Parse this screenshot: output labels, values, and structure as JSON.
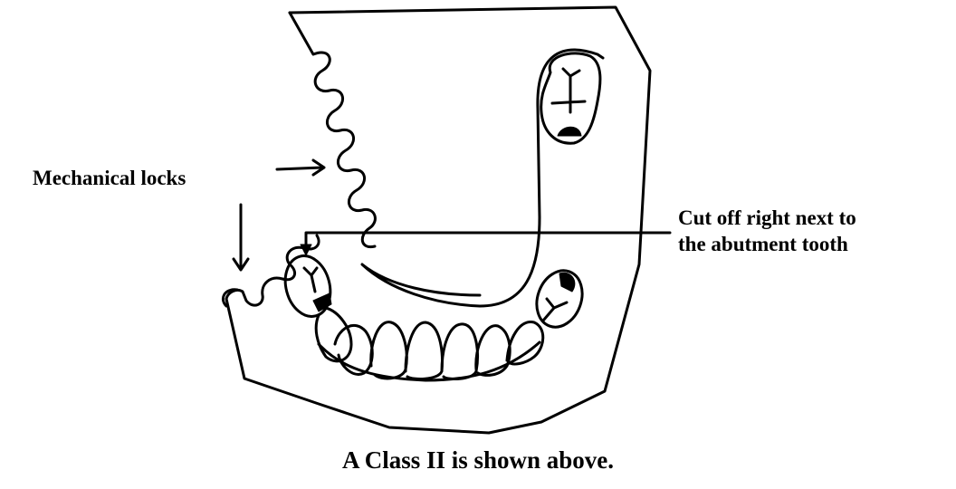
{
  "labels": {
    "mechanical_locks": "Mechanical locks",
    "cut_off_line1": "Cut off right next to",
    "cut_off_line2": "the abutment tooth",
    "caption": "A Class II is shown above."
  }
}
